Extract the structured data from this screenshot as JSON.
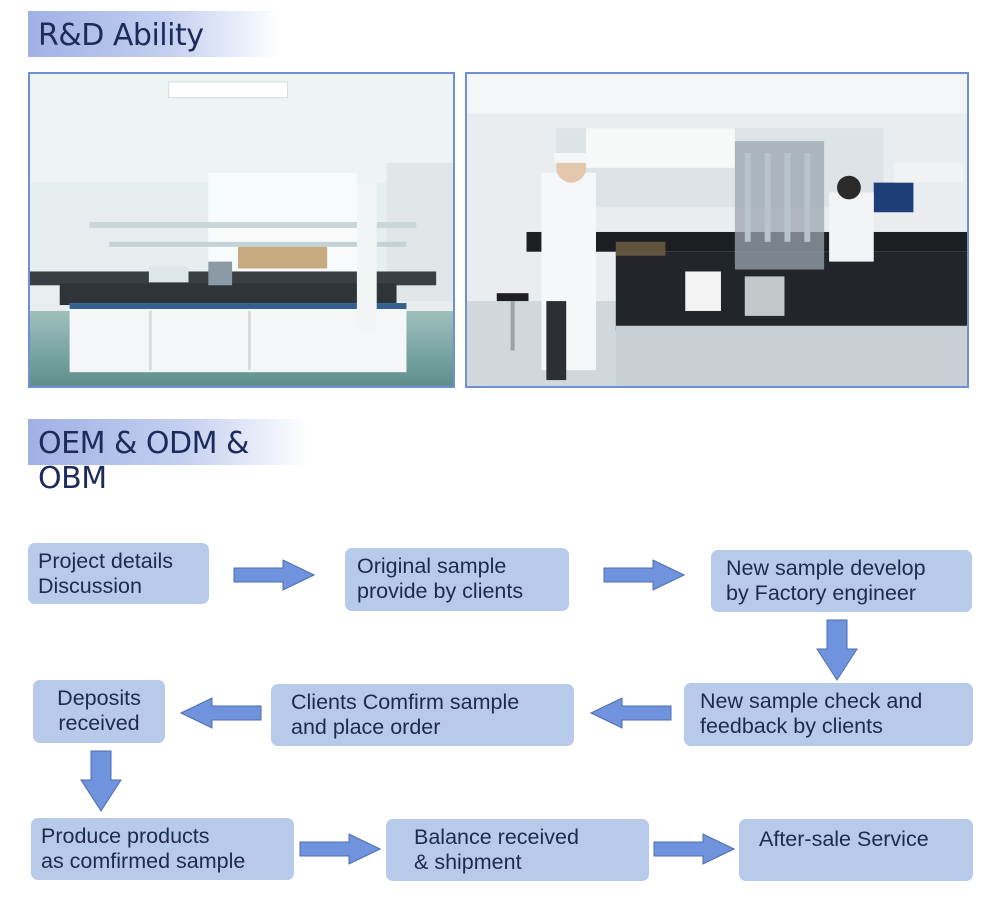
{
  "sections": {
    "rd_title": "R&D  Ability",
    "oem_title": "OEM & ODM & OBM"
  },
  "photos": {
    "left": "laboratory-photo",
    "right": "researcher-lab-photo"
  },
  "process_steps": [
    "Project details\nDiscussion",
    "Original sample\nprovide by clients",
    "New sample develop\nby Factory engineer",
    "New sample check and\nfeedback by clients",
    "Clients Comfirm sample\nand place order",
    "Deposits\nreceived",
    "Produce products\nas comfirmed sample",
    "Balance received\n& shipment",
    "After-sale Service"
  ],
  "colors": {
    "step_fill": "#b8caea",
    "arrow_fill": "#6f93dd",
    "header_gradient": "#9fb1e5",
    "photo_border": "#6f8fd6"
  }
}
